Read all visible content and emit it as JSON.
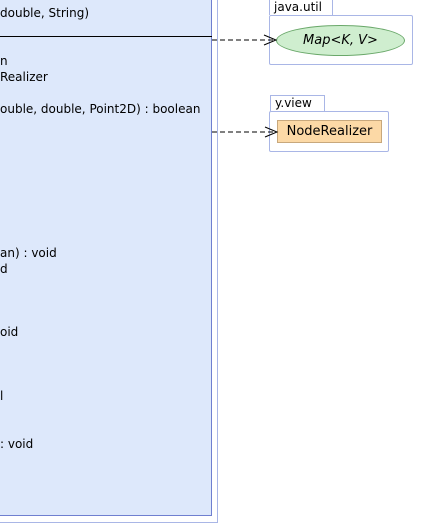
{
  "class_members": [
    {
      "id": "m0",
      "text": "double, String)"
    },
    {
      "id": "m1",
      "text": "n"
    },
    {
      "id": "m2",
      "text": "Realizer"
    },
    {
      "id": "m3",
      "text": "ouble, double, Point2D) : boolean"
    },
    {
      "id": "m4",
      "text": "an) : void"
    },
    {
      "id": "m5",
      "text": "d"
    },
    {
      "id": "m6",
      "text": "oid"
    },
    {
      "id": "m7",
      "text": "l"
    },
    {
      "id": "m8",
      "text": ": void"
    }
  ],
  "packages": {
    "java_util": {
      "name": "java.util",
      "element": "Map<K, V>"
    },
    "y_view": {
      "name": "y.view",
      "element": "NodeRealizer"
    }
  },
  "colors": {
    "class_fill": "#dde8fb",
    "interface_fill": "#cfeecf",
    "class_ref_fill": "#fcd9a6"
  }
}
